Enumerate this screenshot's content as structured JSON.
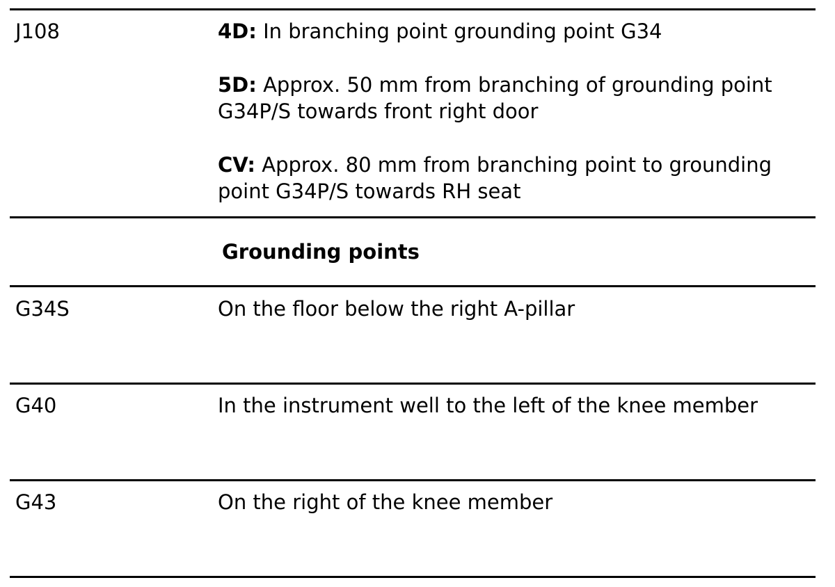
{
  "rows": [
    {
      "code": "J108",
      "entries": [
        {
          "label": "4D:",
          "lines": [
            "In branching point grounding point G34"
          ]
        },
        {
          "label": "5D:",
          "lines": [
            "Approx. 50 mm from branching of grounding point",
            "G34P/S towards front right door"
          ]
        },
        {
          "label": "CV:",
          "lines": [
            "Approx. 80 mm from branching point to grounding",
            "point G34P/S towards RH seat"
          ]
        }
      ]
    }
  ],
  "section_heading": "Grounding points",
  "grounding_points": [
    {
      "code": "G34S",
      "description": "On the floor below the right A-pillar"
    },
    {
      "code": "G40",
      "description": "In the instrument well to the left of the knee member"
    },
    {
      "code": "G43",
      "description": "On the right of the knee member"
    }
  ]
}
